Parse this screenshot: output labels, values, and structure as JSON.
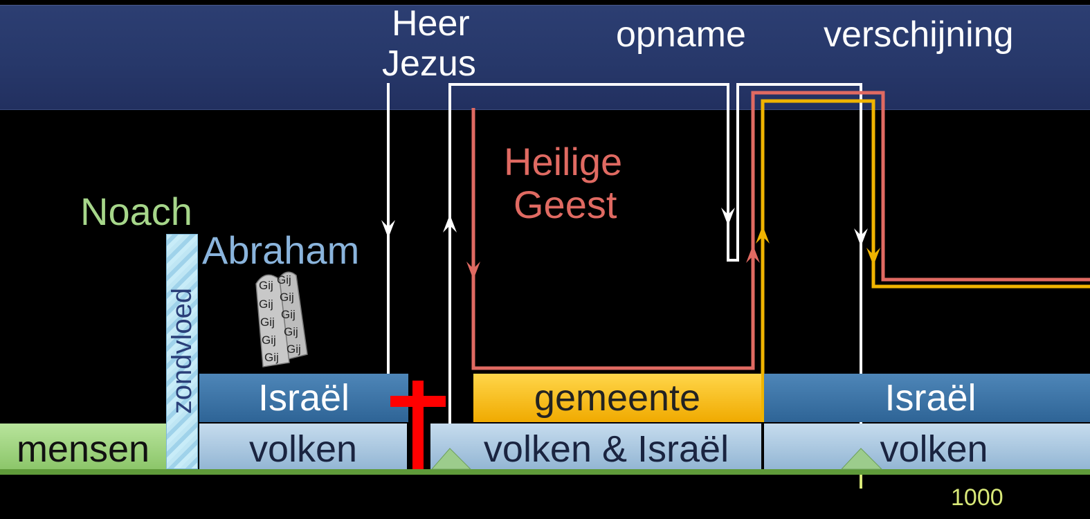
{
  "top_labels": {
    "heer_jezus": [
      "Heer",
      "Jezus"
    ],
    "opname": "opname",
    "verschijning": "verschijning"
  },
  "side_labels": {
    "noach": "Noach",
    "abraham": "Abraham",
    "heilige_geest": [
      "Heilige",
      "Geest"
    ],
    "zondvloed": "zondvloed"
  },
  "tablets": {
    "text": "Gij"
  },
  "bands": {
    "mensen": "mensen",
    "volken_1": "volken",
    "israel_1": "Israël",
    "volken_israel": "volken & Israël",
    "gemeente": "gemeente",
    "israel_2": "Israël",
    "volken_2": "volken"
  },
  "millennium_label": "1000",
  "colors": {
    "heaven": "#27386a",
    "noach": "#a6d68a",
    "abraham": "#8ab4dc",
    "holy_spirit": "#e06a62",
    "gemeente_line": "#f0b400",
    "cross": "#ff0000",
    "millennium": "#d8e878"
  }
}
